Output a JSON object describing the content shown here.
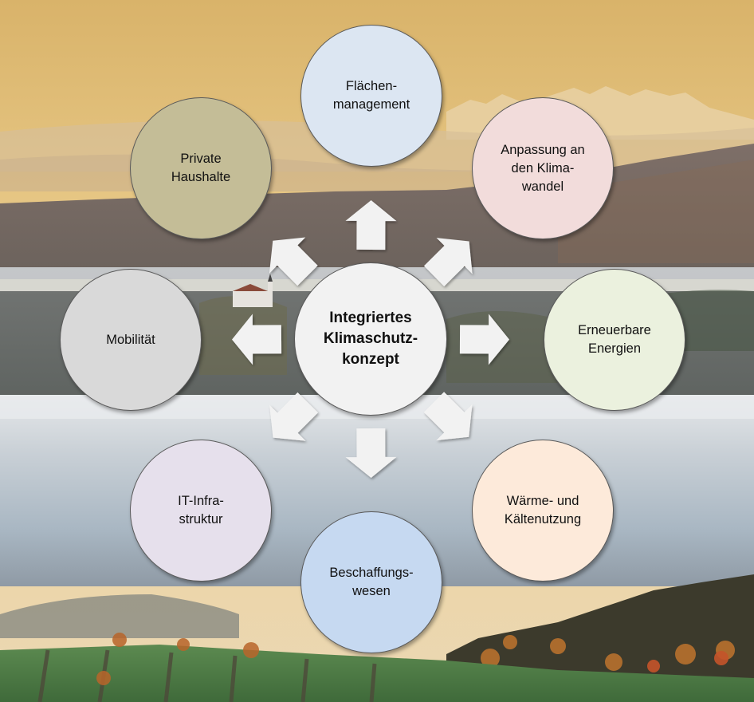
{
  "diagram": {
    "type": "radial-hub-and-spoke",
    "center": {
      "label": "Integriertes\nKlimaschutz-\nkonzept",
      "fill": "#f2f2f2"
    },
    "nodes": [
      {
        "id": "flaechenmanagement",
        "label": "Flächen-\nmanagement",
        "fill": "#dce6f2",
        "position": "top"
      },
      {
        "id": "anpassung",
        "label": "Anpassung an\nden Klima-\nwandel",
        "fill": "#f2dcdb",
        "position": "top-right"
      },
      {
        "id": "erneuerbare",
        "label": "Erneuerbare\nEnergien",
        "fill": "#ebf1de",
        "position": "right"
      },
      {
        "id": "waerme",
        "label": "Wärme- und\nKältenutzung",
        "fill": "#fdeada",
        "position": "bottom-right"
      },
      {
        "id": "beschaffung",
        "label": "Beschaffungs-\nwesen",
        "fill": "#c6d9f1",
        "position": "bottom"
      },
      {
        "id": "it",
        "label": "IT-Infra-\nstruktur",
        "fill": "#e6e0ec",
        "position": "bottom-left"
      },
      {
        "id": "mobilitaet",
        "label": "Mobilität",
        "fill": "#d9d9d9",
        "position": "left"
      },
      {
        "id": "haushalte",
        "label": "Private\nHaushalte",
        "fill": "#c4bd97",
        "position": "top-left"
      }
    ],
    "arrow_color": "#f2f2f2",
    "background": {
      "description": "landscape photo: golden sky, misty hills, fog, green fields with autumn trees",
      "sky_top": "#e8c77e",
      "sky_horizon": "#f0d9a8",
      "hills": "#7d6f66",
      "fog": "#c9d0d6",
      "field": "#4f7a45"
    }
  }
}
